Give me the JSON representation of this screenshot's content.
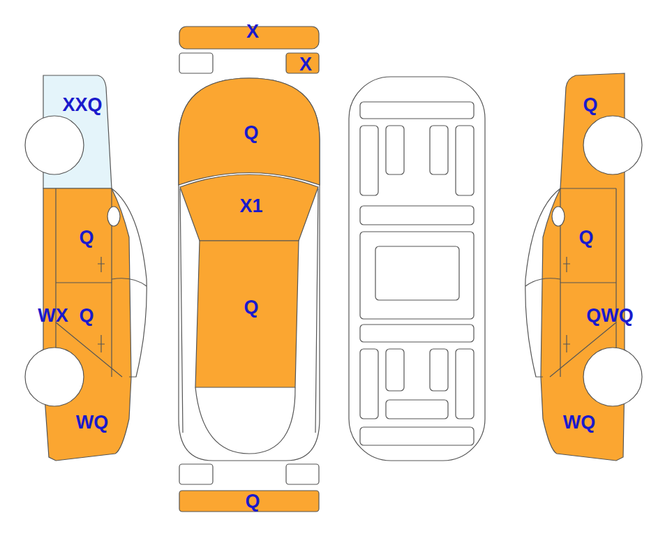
{
  "diagram": {
    "labels": [
      "X",
      "X",
      "XXQ",
      "Q",
      "Q",
      "X1",
      "Q",
      "Q",
      "Q",
      "WX",
      "Q",
      "QWQ",
      "WQ",
      "WQ",
      "Q"
    ]
  }
}
